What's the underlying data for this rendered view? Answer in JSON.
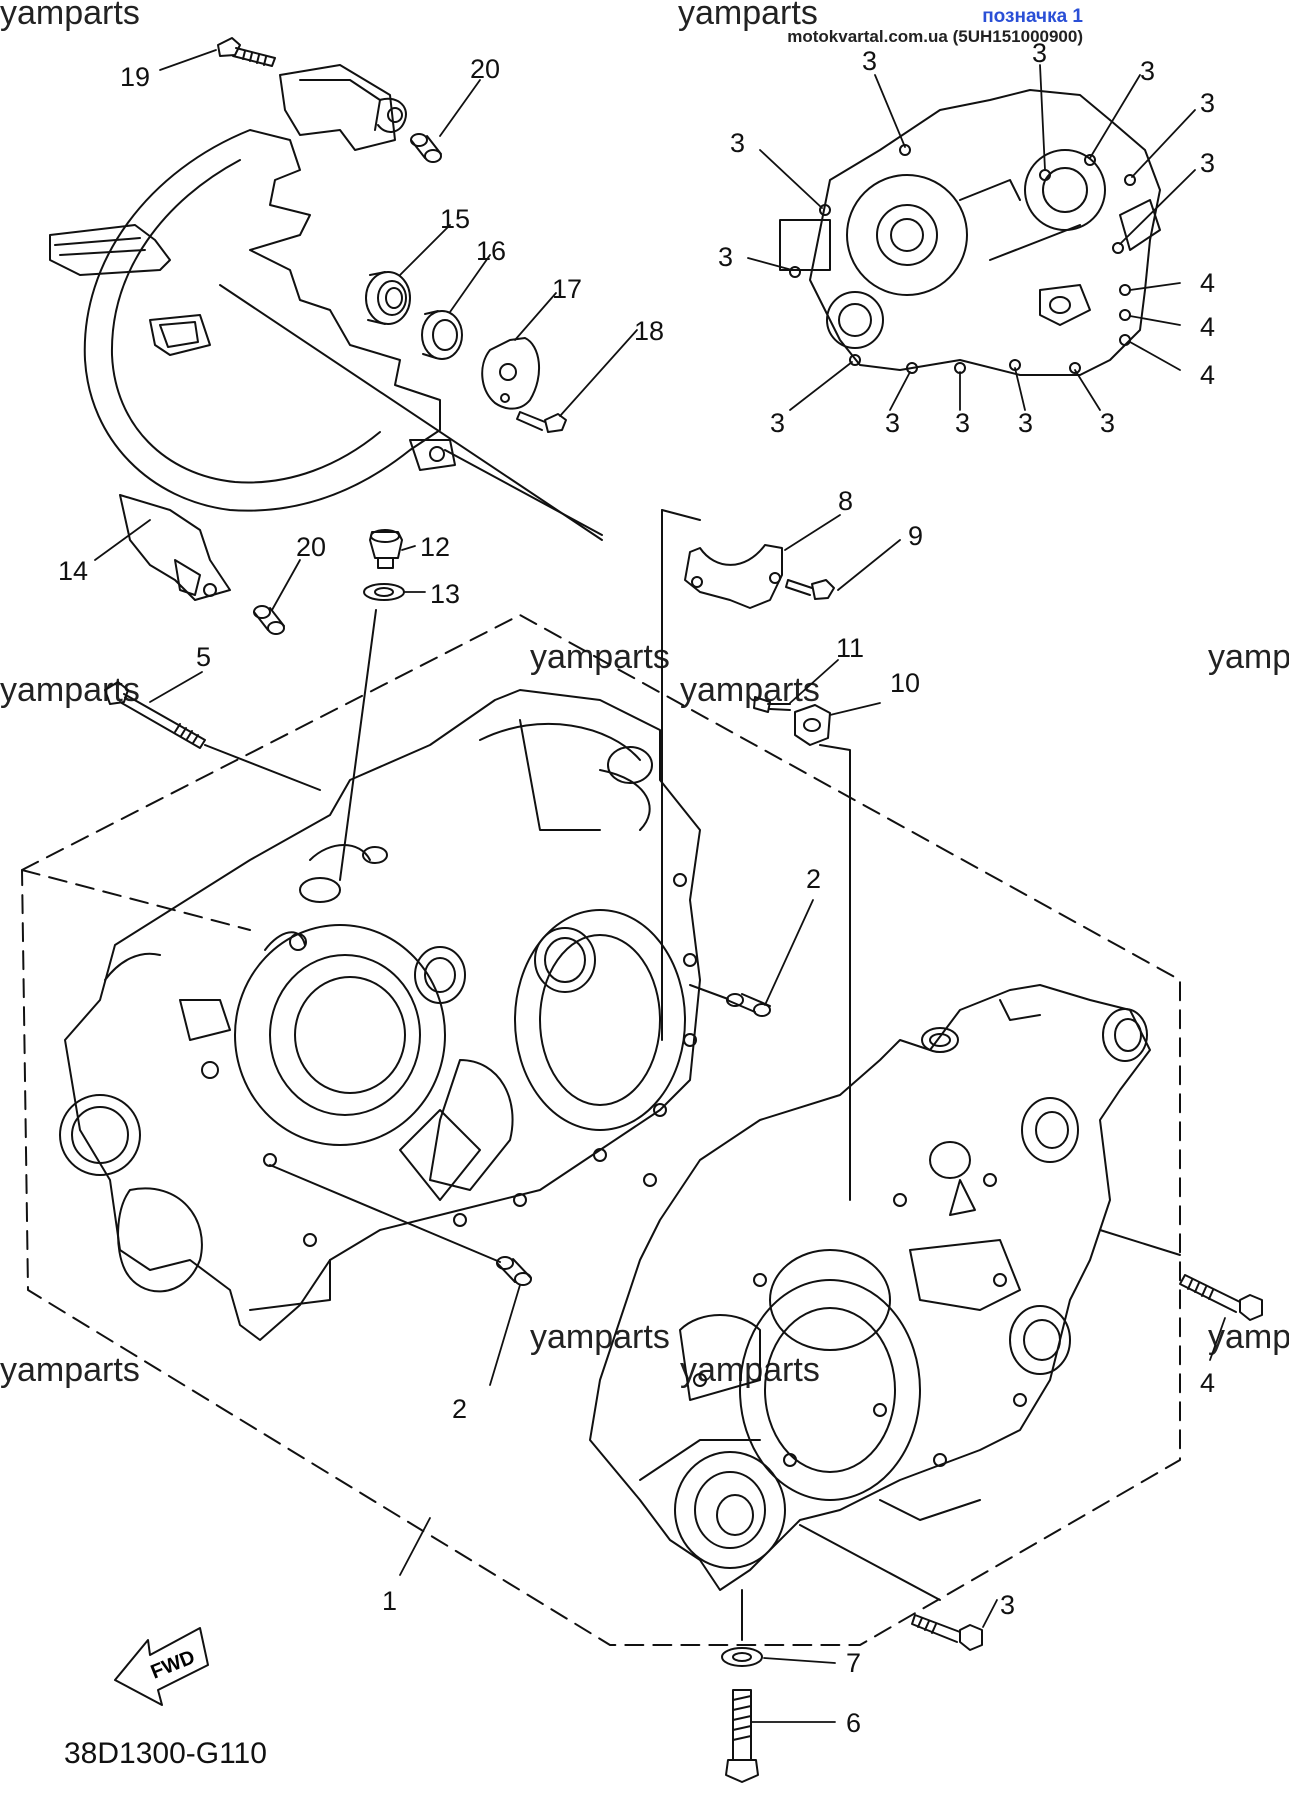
{
  "watermarks": [
    "yamparts",
    "yamparts",
    "yamparts",
    "yamparts",
    "yamp",
    "yamparts",
    "yamparts",
    "yamparts",
    "yamparts",
    "yamp"
  ],
  "header": {
    "title": "позначка 1",
    "subtitle": "motokvartal.com.ua (5UH151000900)"
  },
  "diagram_code": "38D1300-G110",
  "fwd_label": "FWD",
  "callouts": [
    "19",
    "20",
    "15",
    "16",
    "17",
    "18",
    "14",
    "20",
    "12",
    "13",
    "3",
    "3",
    "3",
    "3",
    "3",
    "3",
    "3",
    "4",
    "4",
    "4",
    "3",
    "3",
    "3",
    "3",
    "3",
    "8",
    "9",
    "5",
    "11",
    "10",
    "2",
    "2",
    "1",
    "4",
    "3",
    "7",
    "6"
  ],
  "colors": {
    "line": "#111111",
    "header_blue": "#2a4fd6"
  }
}
